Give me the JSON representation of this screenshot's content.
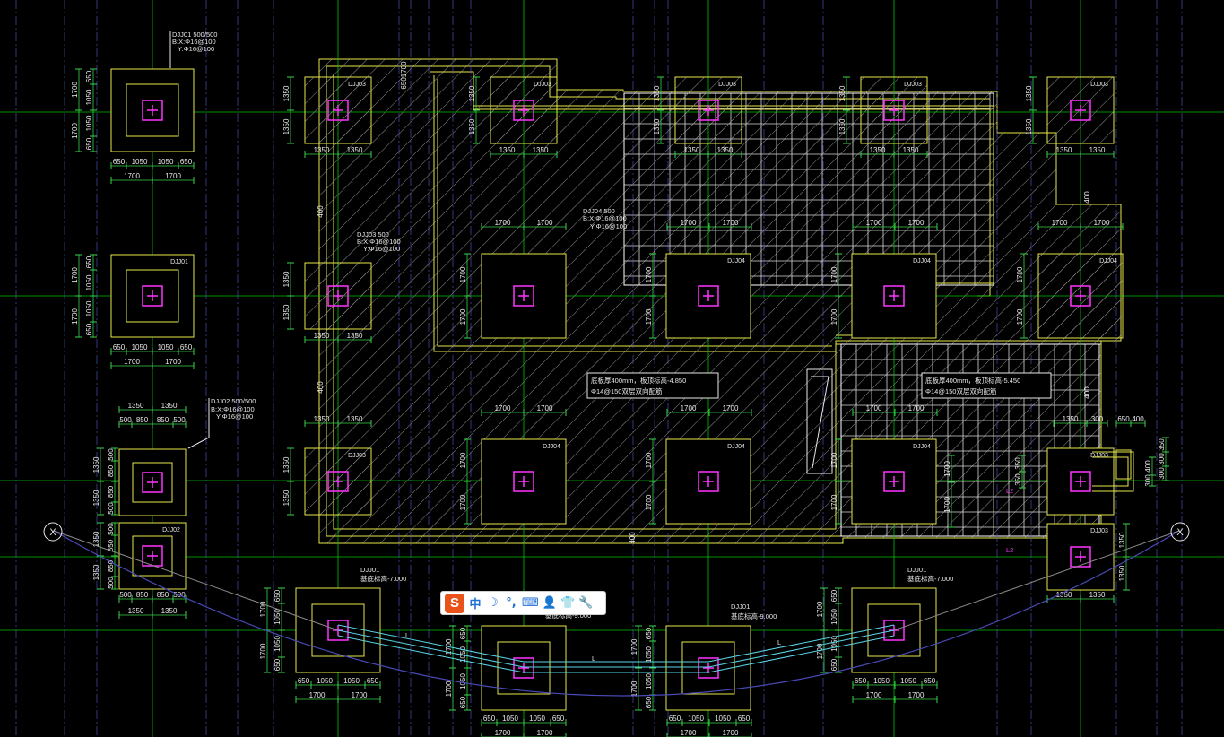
{
  "drawing": {
    "colors": {
      "background": "#000000",
      "grid_main": "#00c000",
      "grid_axis": "#5a5ad0",
      "footing": "#e6e64d",
      "column": "#ff33ff",
      "hatch": "#9a9a9a",
      "dim": "#39d44a",
      "text": "#e8e8e8",
      "beam": "#5ad6e8"
    },
    "labels": {
      "dj01": "DJJ01",
      "dj02": "DJJ02",
      "dj03": "DJJ03",
      "dj04": "DJJ04",
      "note_top_left_1": "DJJ01 500/500",
      "note_top_left_2": "B:X:Φ16@100",
      "note_top_left_3": "Y:Φ16@100",
      "note_mid_left_1": "DJJ03 500",
      "note_mid_left_2": "B:X:Φ16@100",
      "note_mid_left_3": "Y:Φ16@100",
      "note_center_1": "DJJ04 500",
      "note_center_2": "B:X:Φ16@100",
      "note_center_3": "Y:Φ16@100",
      "note_dj02_1": "DJJ02 500/500",
      "note_dj02_2": "B:X:Φ16@100",
      "note_dj02_3": "Y:Φ16@100",
      "slab_note_1a": "底板厚400mm，板顶标高-4.850",
      "slab_note_1b": "Φ14@150双层双向配筋",
      "slab_note_2a": "底板厚400mm，板顶标高-5.450",
      "slab_note_2b": "Φ14@150双层双向配筋",
      "elev_7000": "基底标高-7.000",
      "elev_9000": "基底标高-9.000",
      "axis_x": "X",
      "beam_l": "L",
      "beam_l2": "L2",
      "dims": [
        "1350",
        "1700",
        "650",
        "1050",
        "850",
        "500",
        "400",
        "300",
        "250",
        "350"
      ]
    }
  },
  "ime_toolbar": {
    "logo": "S",
    "mode": "中",
    "moon": "☽",
    "punct": "°,",
    "keyboard": "⌨",
    "user": "👤",
    "skin": "👕",
    "tools": "🔧"
  }
}
